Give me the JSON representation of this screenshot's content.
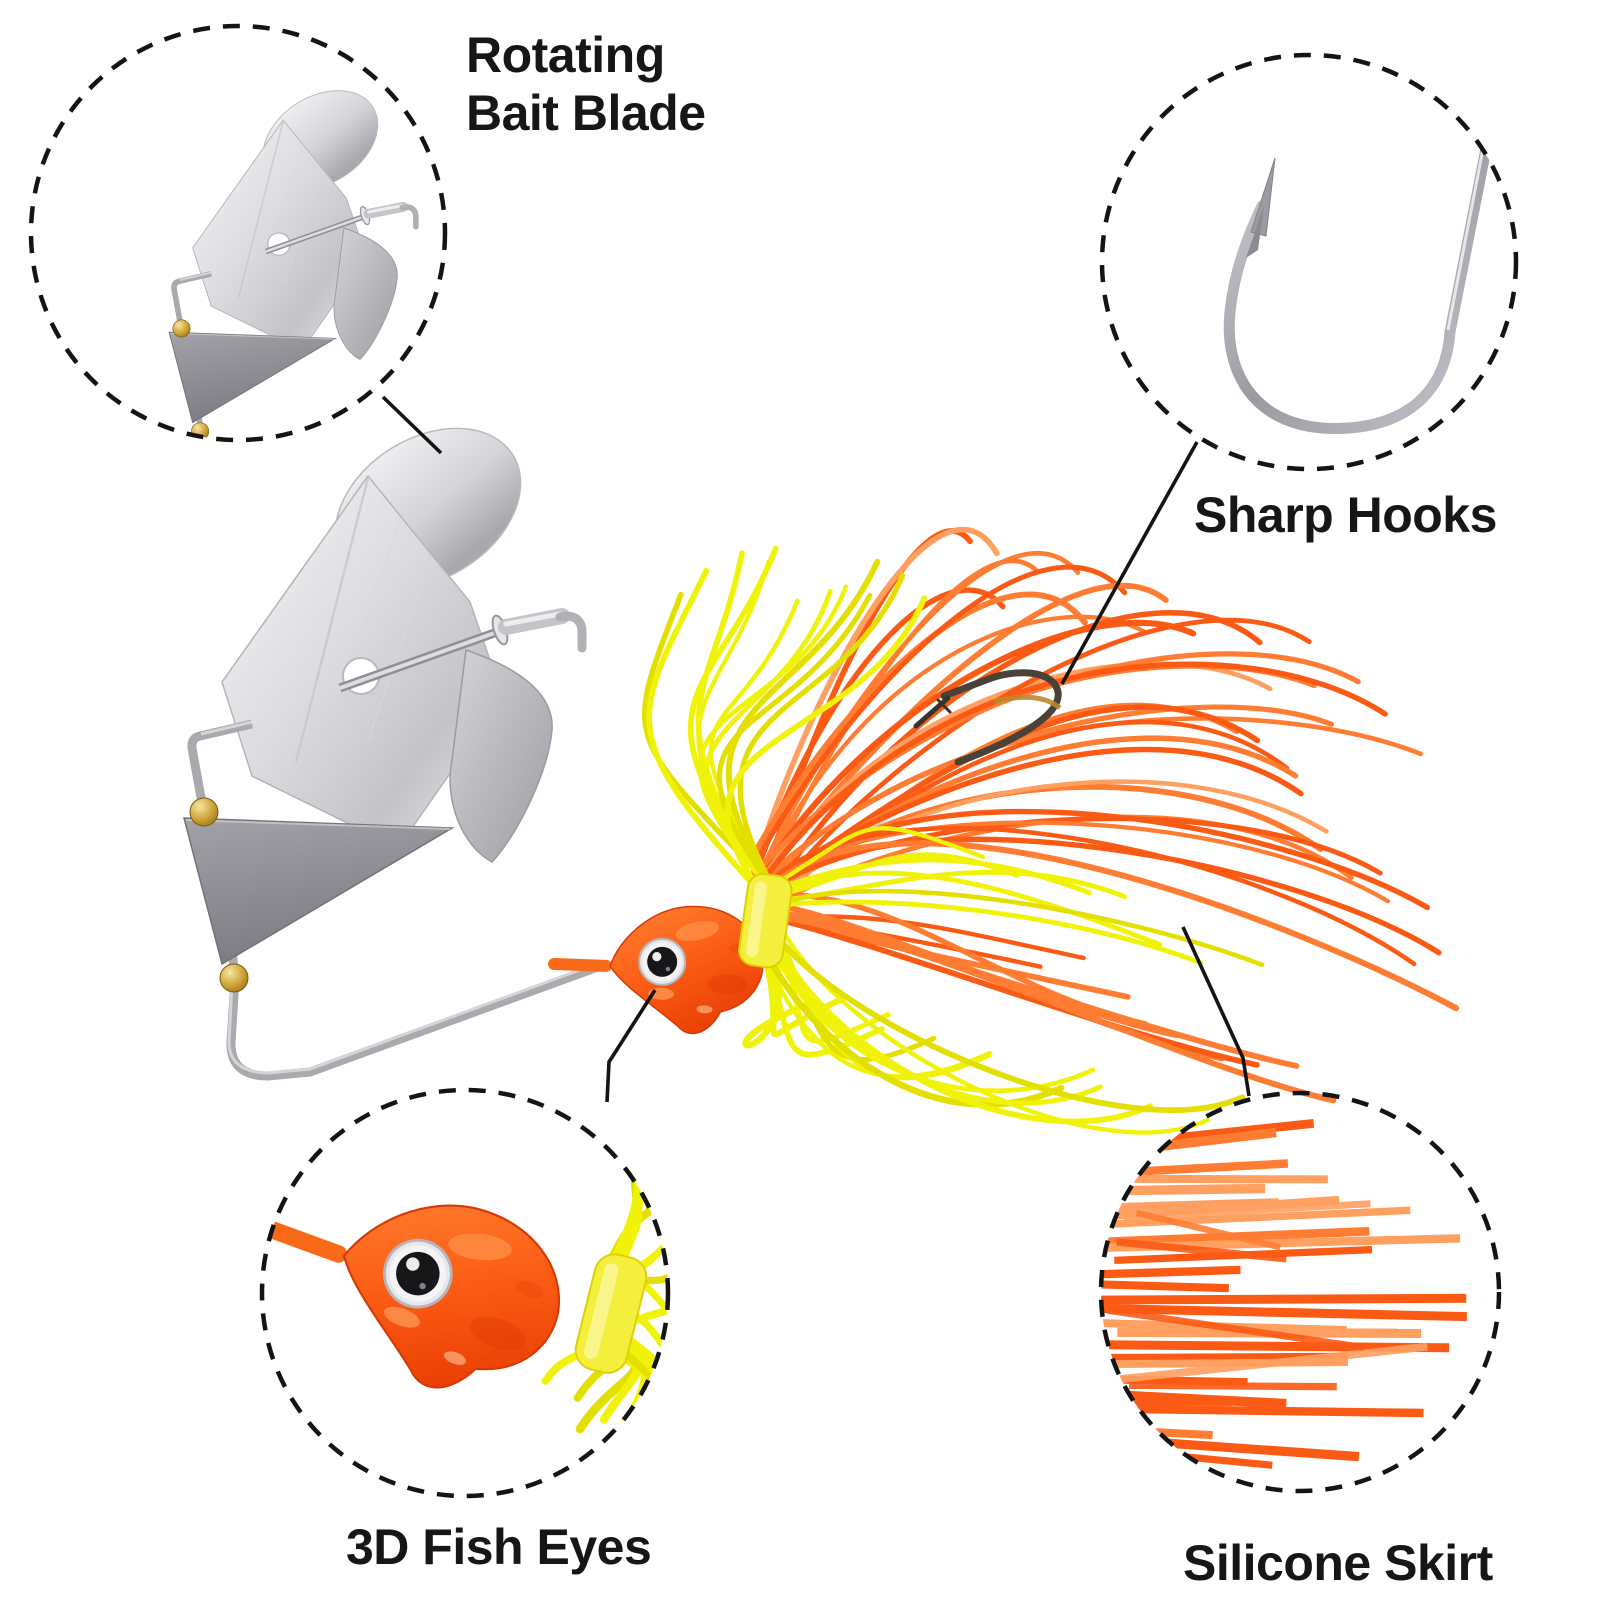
{
  "callouts": {
    "rotating_bait_blade": {
      "line1": "Rotating",
      "line2": "Bait Blade"
    },
    "sharp_hooks": {
      "label": "Sharp Hooks"
    },
    "fish_eyes": {
      "label": "3D Fish Eyes"
    },
    "silicone_skirt": {
      "label": "Silicone Skirt"
    }
  },
  "colors": {
    "background": "#ffffff",
    "label_text": "#161616",
    "callout_line": "#141414",
    "dashed_circle": "#141414",
    "blade_metal_light": "#eeeef1",
    "blade_metal_mid": "#c6c6cb",
    "blade_metal_dark": "#8d8d93",
    "wire_silver": "#a6a6ab",
    "bead_gold": "#c9992c",
    "head_orange": "#ff6a22",
    "head_orange_deep": "#ee4306",
    "eye_ring_silver": "#e7e7ea",
    "eye_pupil_black": "#17171a",
    "skirt_yellow": "#f0f307",
    "skirt_yellow_deep": "#e3df00",
    "skirt_orange": "#ff7c33",
    "skirt_orange_deep": "#fb5a14",
    "skirt_orange_light": "#ffa060",
    "hook_dark": "#4a4238",
    "hook_gold": "#b9882e"
  }
}
